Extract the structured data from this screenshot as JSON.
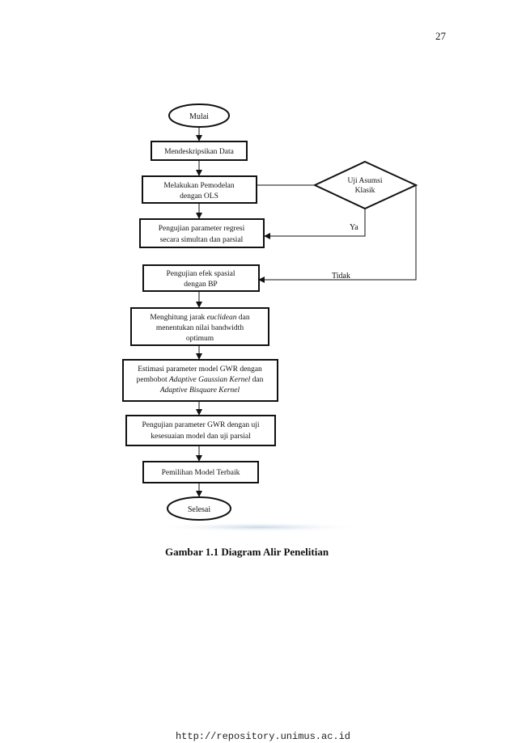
{
  "page_number": "27",
  "flowchart": {
    "start": "Mulai",
    "steps": [
      [
        "Mendeskripsikan Data"
      ],
      [
        "Melakukan Pemodelan",
        "dengan OLS"
      ],
      [
        "Pengujian parameter regresi",
        "secara simultan dan parsial"
      ],
      [
        "Pengujian efek spasial",
        "dengan BP"
      ],
      [
        "Menghitung jarak euclidean dan",
        "menentukan nilai bandwidth",
        "optimum"
      ],
      [
        "Estimasi parameter model GWR dengan",
        "pembobot Adaptive Gaussian Kernel dan",
        "Adaptive Bisquare Kernel"
      ],
      [
        "Pengujian parameter GWR dengan uji",
        "kesesuaian model dan uji parsial"
      ],
      [
        "Pemilihan Model Terbaik"
      ]
    ],
    "decision": [
      "Uji Asumsi",
      "Klasik"
    ],
    "yes_label": "Ya",
    "no_label": "Tidak",
    "end": "Selesai"
  },
  "caption": "Gambar 1.1 Diagram Alir Penelitian",
  "footer_url": "http://repository.unimus.ac.id"
}
